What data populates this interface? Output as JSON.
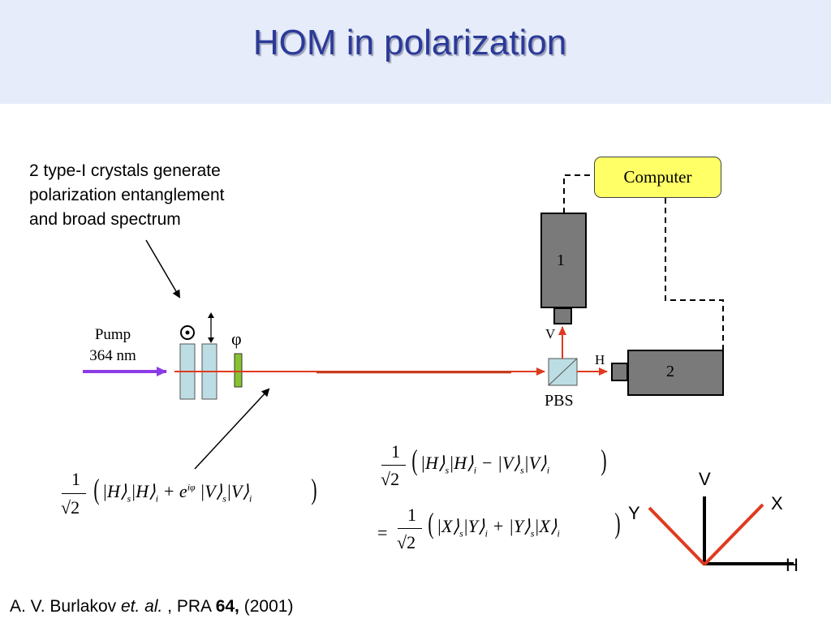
{
  "slide": {
    "title": "HOM in polarization",
    "note_lines": [
      "2 type-I crystals generate",
      "polarization entanglement",
      "and broad spectrum"
    ]
  },
  "setup": {
    "pump_label": "Pump",
    "pump_wavelength": "364 nm",
    "phase_symbol": "φ",
    "computer_label": "Computer",
    "detector1_label": "1",
    "detector2_label": "2",
    "v_label": "V",
    "h_label": "H",
    "pbs_label": "PBS"
  },
  "equations": {
    "state1": "1/√2 ( |H⟩s |H⟩i + e^{iφ} |V⟩s |V⟩i )",
    "state2_line1": "1/√2 ( |H⟩s |H⟩i − |V⟩s |V⟩i )",
    "state2_line2": "= 1/√2 ( |X⟩s |Y⟩i + |Y⟩s |X⟩i )"
  },
  "axes": {
    "v": "V",
    "h": "H",
    "x": "X",
    "y": "Y"
  },
  "citation": {
    "author": "A. V. Burlakov ",
    "etal": "et. al.",
    "journal": " , PRA ",
    "volume": "64,",
    "year": " (2001)"
  },
  "colors": {
    "beam": "#e03a1e",
    "pump": "#8b3be6",
    "crystal": "#bcdde3",
    "phase_plate": "#88c232",
    "detector": "#7a7a7a",
    "computer": "#ffff66",
    "title": "#2b3a98"
  }
}
